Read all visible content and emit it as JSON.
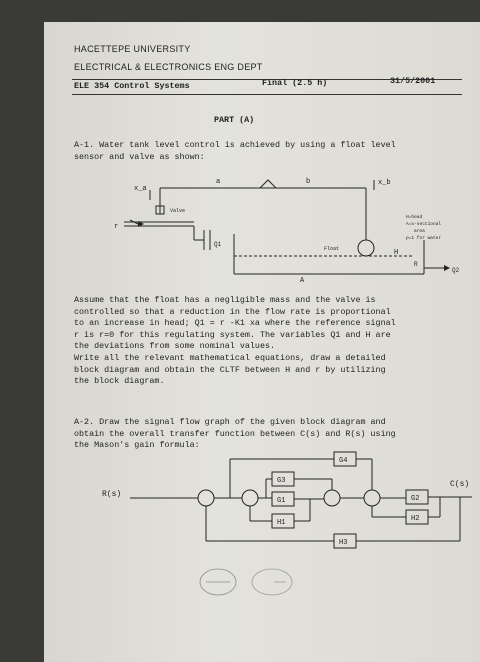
{
  "header": {
    "university": "HACETTEPE UNIVERSITY",
    "department": "ELECTRICAL & ELECTRONICS ENG DEPT",
    "course": "ELE 354 Control Systems",
    "exam": "Final (2.5 h)",
    "date": "31/5/2001"
  },
  "part_title": "PART (A)",
  "q1": {
    "intro_lines": [
      "A-1. Water tank level control is achieved by using a float level",
      "sensor and valve as shown:"
    ],
    "figure": {
      "xa": "x_a",
      "a": "a",
      "b": "b",
      "xb": "x_b",
      "valve": "Valve",
      "r": "r",
      "q1": "Q1",
      "float": "Float",
      "h": "H",
      "r2": "R",
      "area": "A",
      "q2": "Q2",
      "legend": [
        "H=head",
        "A=x-sectional",
        "area",
        "ρ=1 for water"
      ]
    },
    "text_lines": [
      "Assume that the float has a negligible mass and the valve is",
      "controlled so that a reduction in the flow rate is proportional",
      "to an increase in head; Q1 = r -K1 xa where the reference signal",
      "r is r=0 for this regulating system. The variables Q1 and H are",
      "the deviations from some nominal values.",
      "Write all the relevant mathematical equations, draw a detailed",
      "block diagram and obtain the CLTF between H and r by utilizing",
      "the block diagram."
    ]
  },
  "q2": {
    "text_lines": [
      "A-2. Draw the signal flow graph of the given block diagram and",
      "obtain the overall transfer function between C(s) and R(s) using",
      "the Mason's gain formula:"
    ],
    "diagram": {
      "input": "R(s)",
      "output": "C(s)",
      "g4": "G4",
      "g3": "G3",
      "g1": "G1",
      "h1": "H1",
      "g2": "G2",
      "h2": "H2",
      "h3": "H3"
    }
  }
}
